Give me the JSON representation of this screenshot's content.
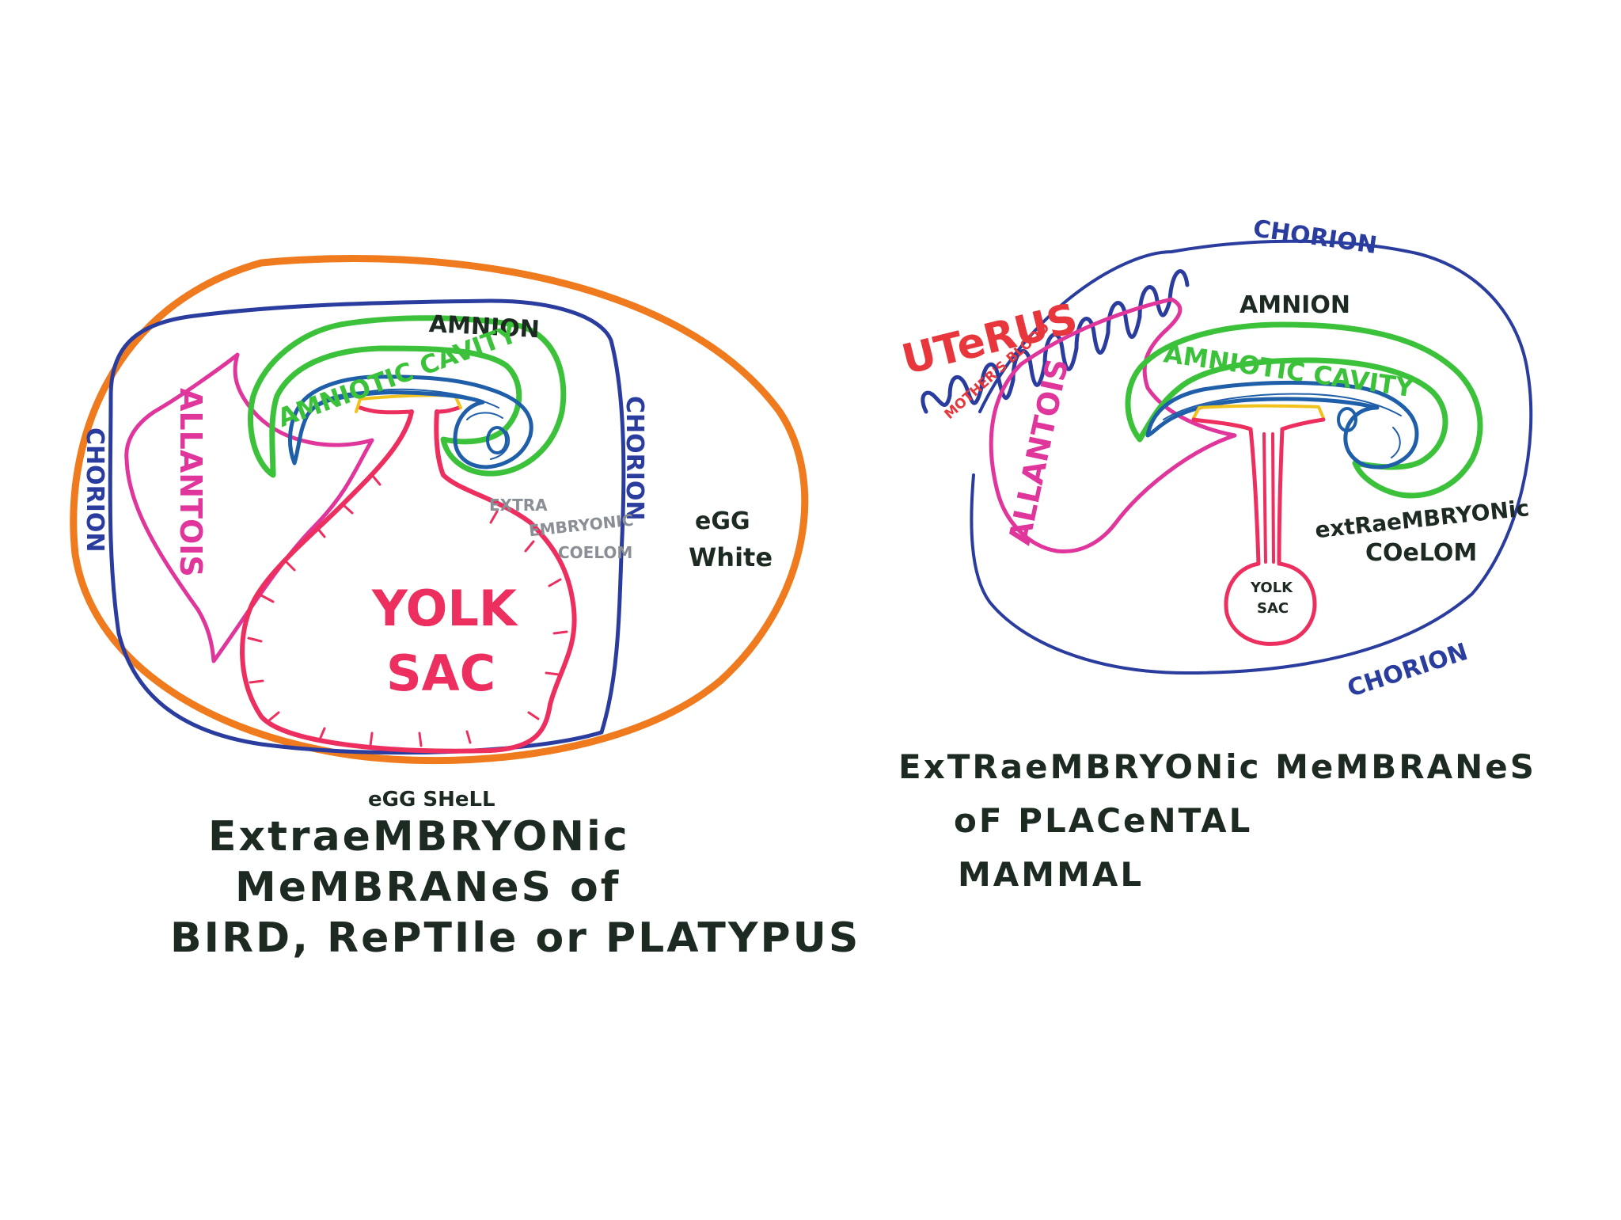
{
  "colors": {
    "egg_shell": "#f07a1e",
    "chorion": "#2a3d9e",
    "amnion": "#3cc23a",
    "embryo": "#1f5ea8",
    "allantois": "#e0359a",
    "yolk_sac": "#ec2f5e",
    "yolk_stalk_top": "#f2c21c",
    "uterus": "#e8373c",
    "ink": "#1d2a22"
  },
  "left_diagram": {
    "labels": {
      "amnion": "AMNION",
      "amniotic_cavity": "AMNIOTIC CAVITY",
      "allantois": "ALLANTOIS",
      "chorion_left": "CHORION",
      "chorion_right": "CHORION",
      "extra_embryonic_coelom_1": "EXTRA",
      "extra_embryonic_coelom_2": "EMBRYONIC",
      "extra_embryonic_coelom_3": "COELOM",
      "egg_white_1": "eGG",
      "egg_white_2": "White",
      "yolk_sac_1": "YOLK",
      "yolk_sac_2": "SAC",
      "egg_shell": "eGG SHeLL"
    },
    "caption": [
      "ExtraeMBRYONic",
      "MeMBRANeS of",
      "BIRD, RePTIle or PLATYPUS"
    ]
  },
  "right_diagram": {
    "labels": {
      "chorion_top": "CHORION",
      "chorion_bottom": "CHORION",
      "uterus": "UTeRUS",
      "mothers_blood": "MOTHER'S BLOOD",
      "amnion": "AMNION",
      "amniotic_cavity": "AMNIOTIC CAVITY",
      "allantois": "ALLANTOIS",
      "extraembryonic_coelom_1": "extRaeMBRYONic",
      "extraembryonic_coelom_2": "COeLOM",
      "yolk_sac_1": "YOLK",
      "yolk_sac_2": "SAC"
    },
    "caption": [
      "ExTRaeMBRYONic MeMBRANeS",
      "oF PLACeNTAL",
      "MAMMAL"
    ]
  }
}
